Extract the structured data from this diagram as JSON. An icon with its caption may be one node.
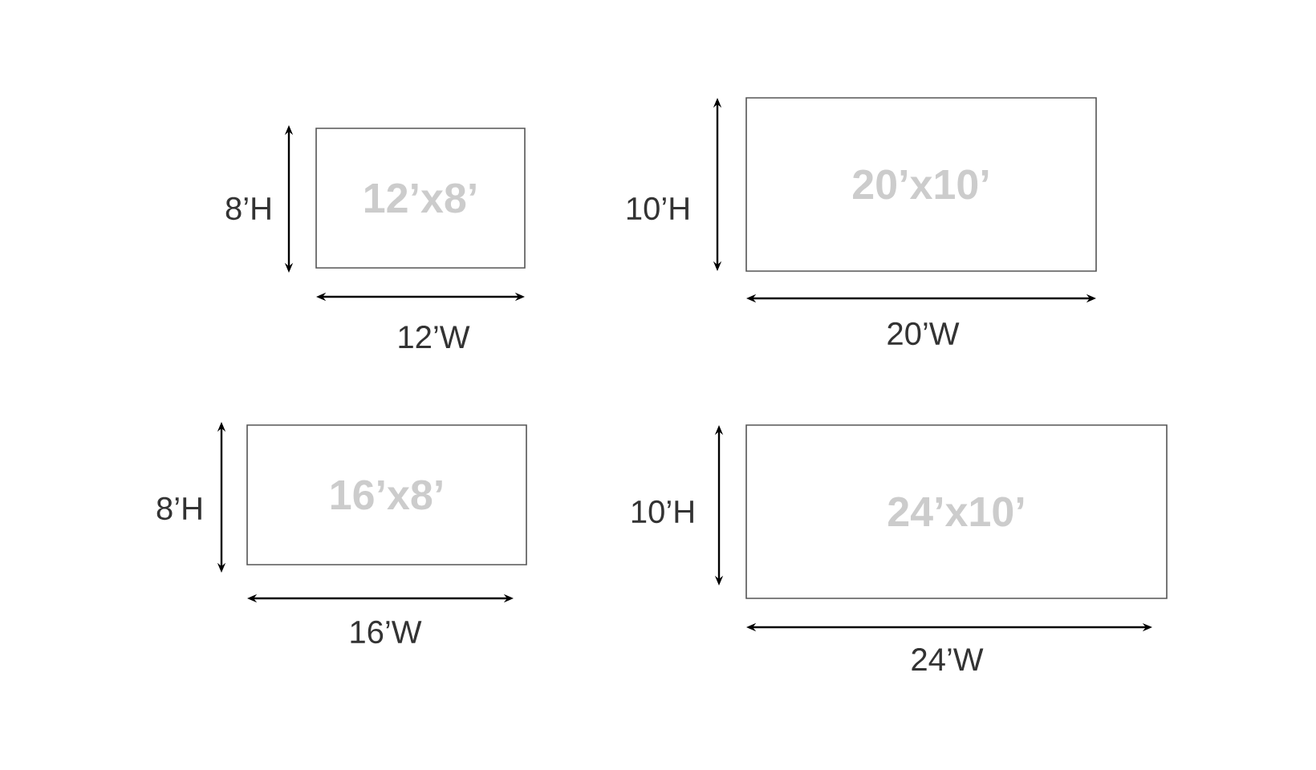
{
  "diagram": {
    "nodes": [
      {
        "text": [
          "12’x8’"
        ]
      },
      {
        "text": [
          "20’x10’"
        ]
      },
      {
        "text": [
          "16’x8’"
        ]
      },
      {
        "text": [
          "24’x10’"
        ]
      }
    ],
    "labels": [
      "8’H",
      "12’W",
      "10’H",
      "20’W",
      "8’H",
      "16’W",
      "10’H",
      "24’W"
    ]
  }
}
